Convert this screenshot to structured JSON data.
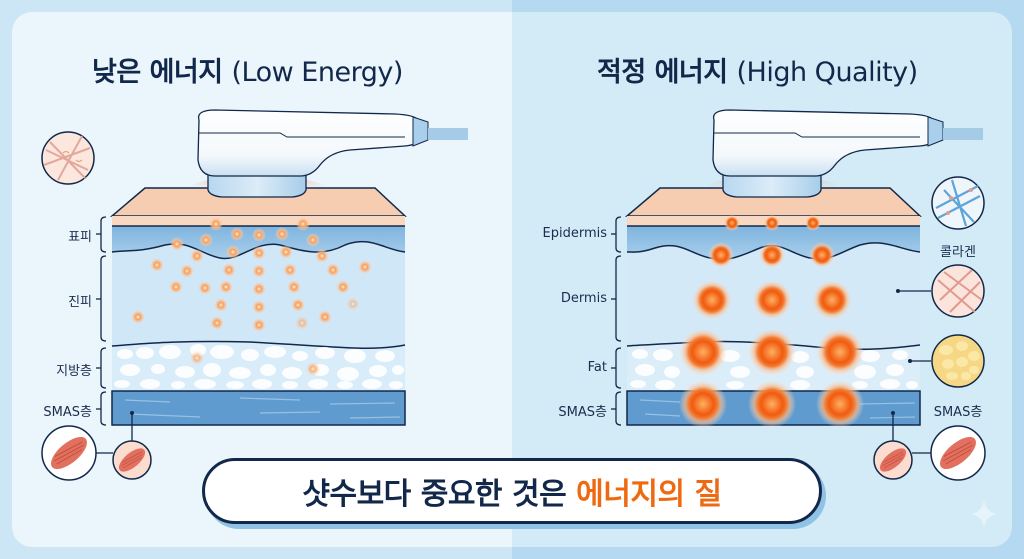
{
  "left_panel": {
    "title_ko": "낮은 에너지",
    "title_en": "(Low Energy)",
    "layer_labels": [
      "표피",
      "진피",
      "지방층",
      "SMAS층"
    ]
  },
  "right_panel": {
    "title_ko": "적정 에너지",
    "title_en": "(High Quality)",
    "layer_labels": [
      "Epidermis",
      "Dermis",
      "Fat",
      "SMAS층"
    ],
    "callout_labels": [
      "콜라겐",
      "SMAS층"
    ]
  },
  "banner": {
    "text_main": "샷수보다 중요한 것은",
    "text_highlight": "에너지의 질"
  },
  "colors": {
    "accent_orange": "#ee6a12",
    "navy": "#12284a",
    "epidermis": "#f6cdb0",
    "dermis_top": "#8dbfe3",
    "dermis": "#cfe6f6",
    "fat": "#d8ecf9",
    "smas": "#5c99cd"
  },
  "icons": {
    "left_top": "collagen-fiber-icon",
    "left_bottom": [
      "muscle-icon",
      "muscle-small-icon"
    ],
    "right": [
      "collagen-blue-icon",
      "collagen-pink-icon",
      "fat-cells-icon",
      "muscle-small-icon",
      "muscle-icon"
    ],
    "corner": "sparkle-icon"
  }
}
